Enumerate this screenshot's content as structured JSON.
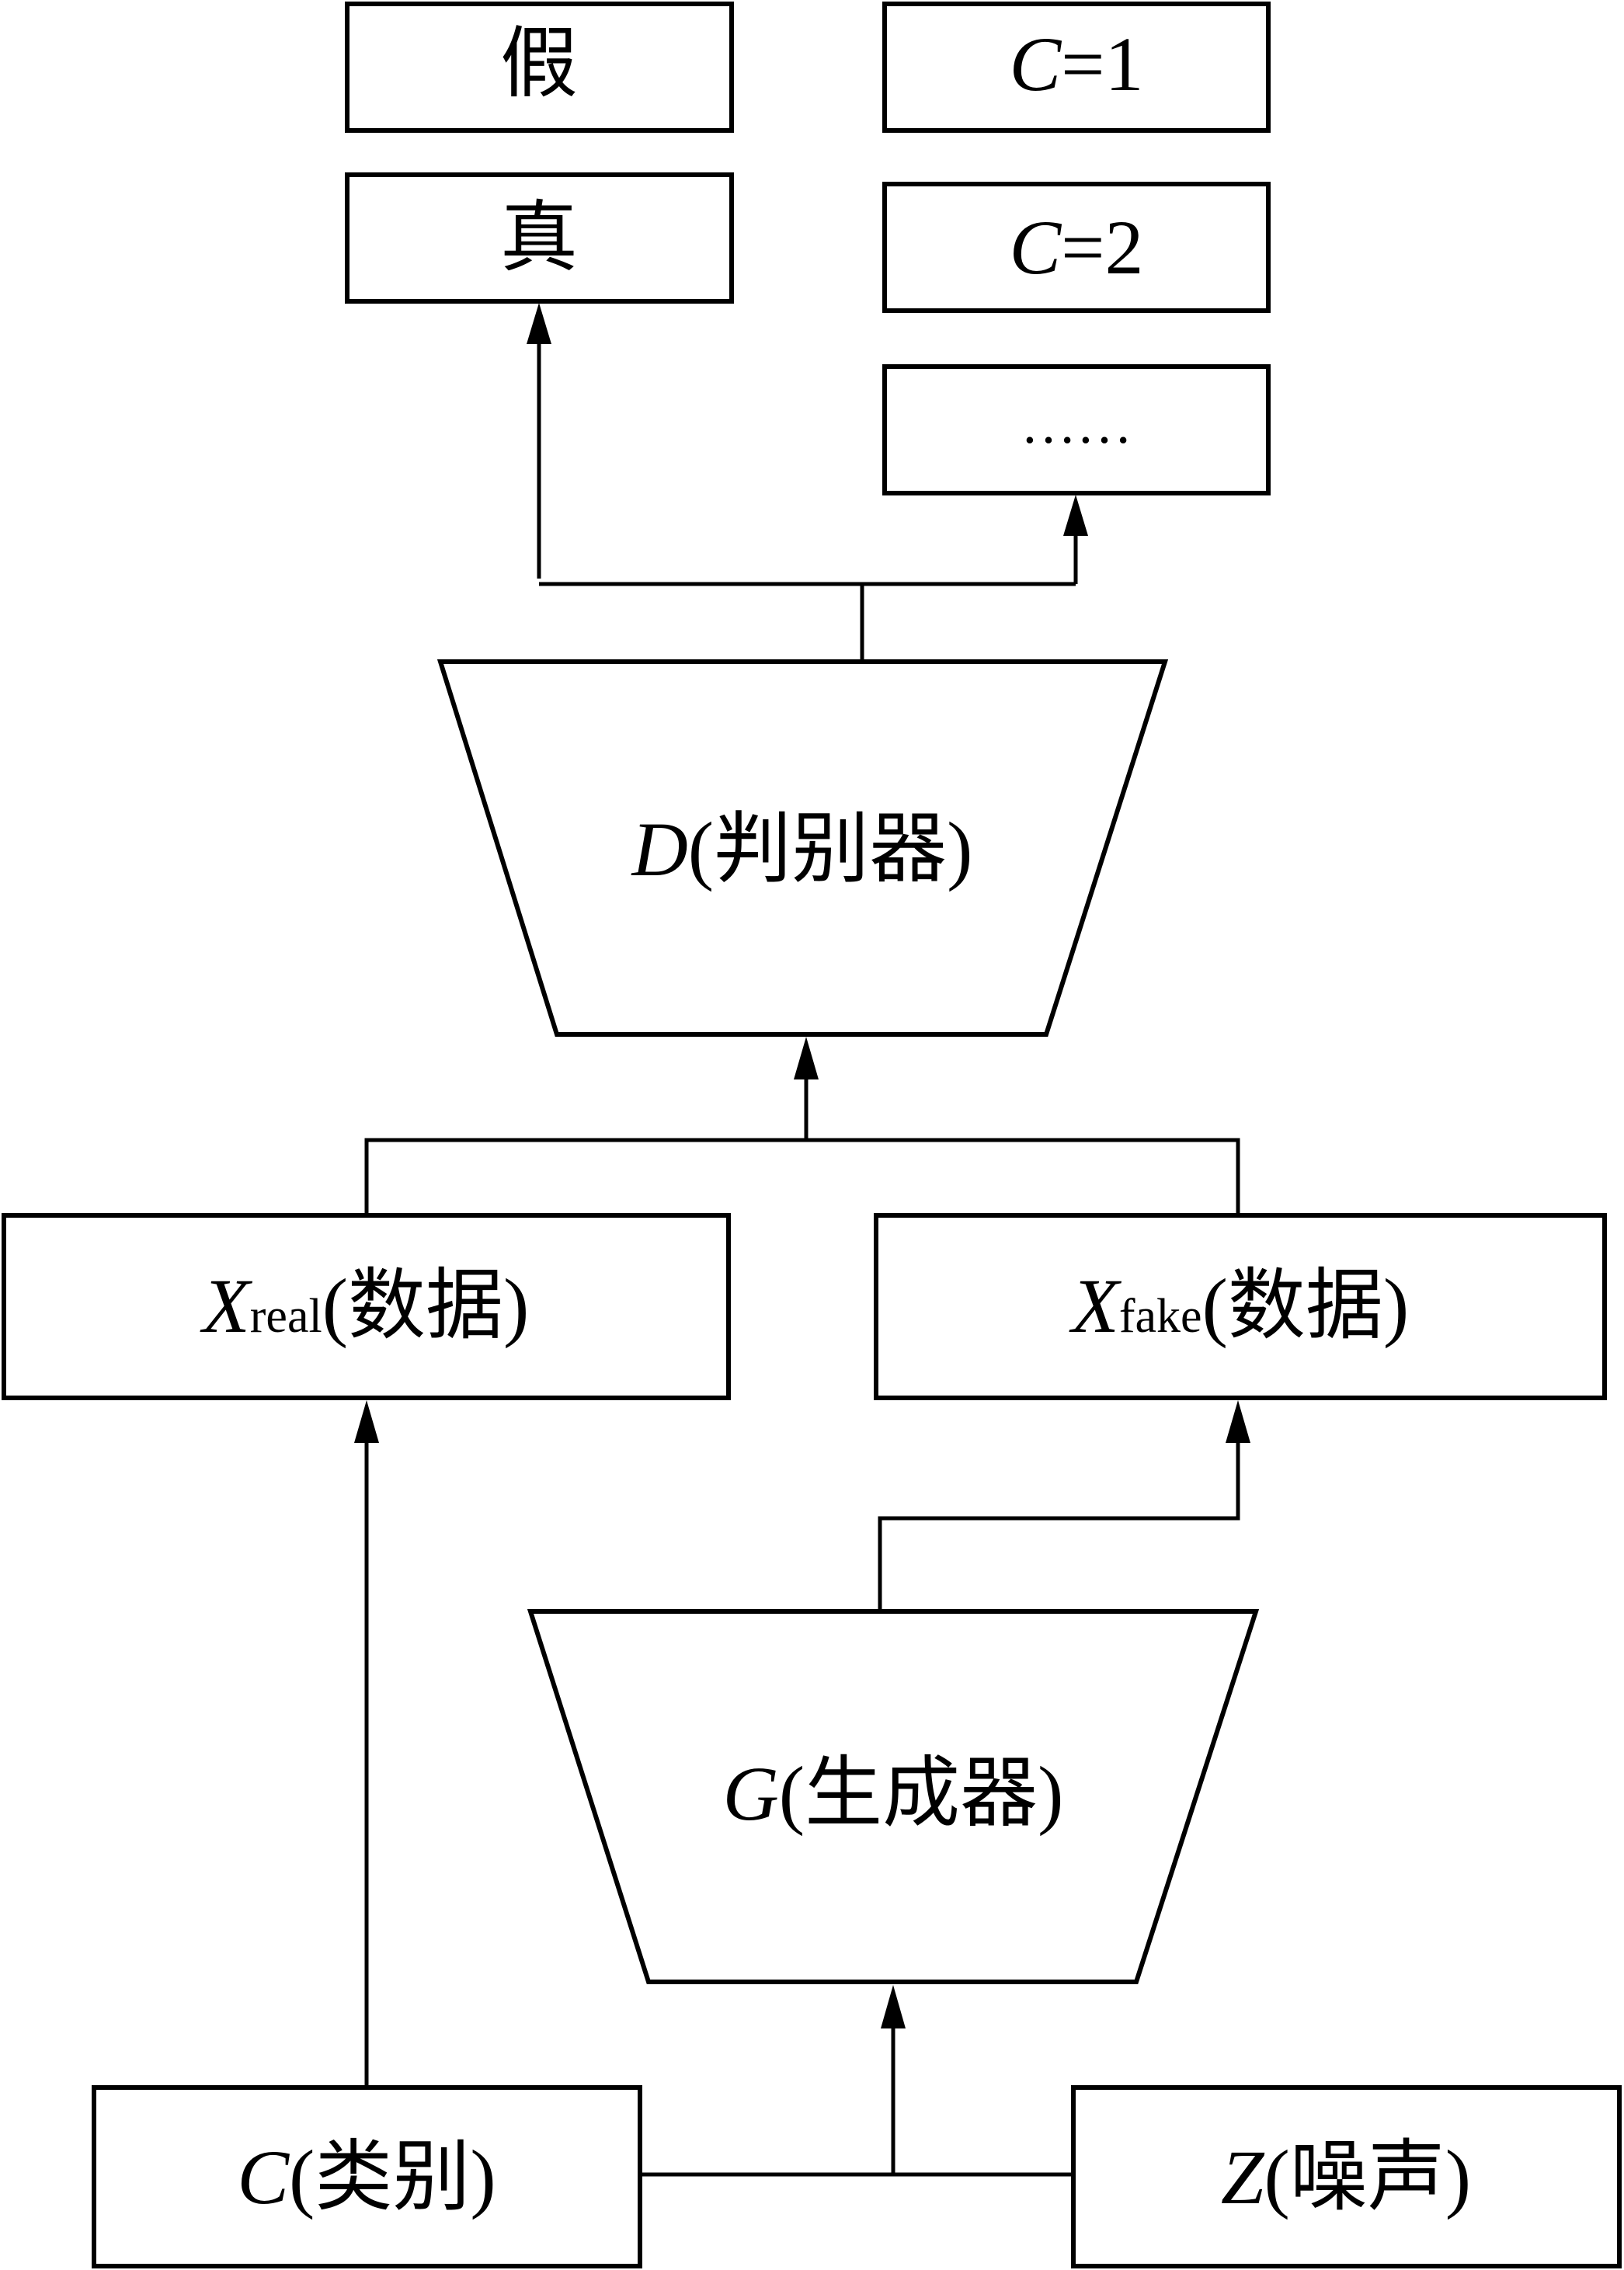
{
  "outputs": {
    "fake": "假",
    "real": "真",
    "class1": {
      "var": "C",
      "rest": "=1"
    },
    "class2": {
      "var": "C",
      "rest": "=2"
    },
    "more": "……"
  },
  "discriminator": {
    "var": "D",
    "label": "(判别器)"
  },
  "xreal": {
    "var": "X",
    "sub": "real",
    "label": "(数据)"
  },
  "xfake": {
    "var": "X",
    "sub": "fake",
    "label": "(数据)"
  },
  "generator": {
    "var": "G",
    "label": "(生成器)"
  },
  "class_input": {
    "var": "C",
    "label": "(类别)"
  },
  "noise_input": {
    "var": "Z",
    "label": "(噪声)"
  }
}
